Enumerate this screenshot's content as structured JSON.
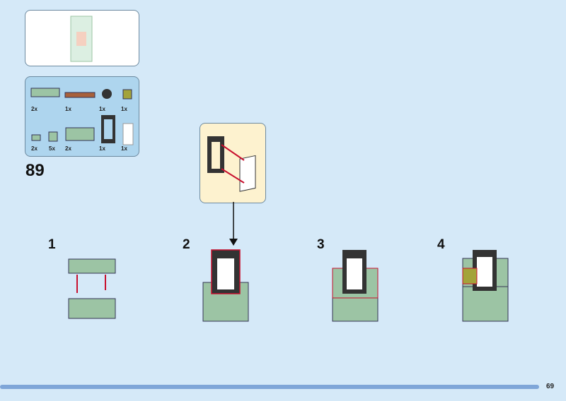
{
  "step_number": "89",
  "parts": [
    {
      "name": "brick-1x4-sand-green",
      "qty": "2x"
    },
    {
      "name": "plate-1x4-brown",
      "qty": "1x"
    },
    {
      "name": "round-plate-black",
      "qty": "1x"
    },
    {
      "name": "brick-1x1-stud-olive",
      "qty": "1x"
    },
    {
      "name": "plate-1x1-sand-green",
      "qty": "2x"
    },
    {
      "name": "brick-1x1-sand-green",
      "qty": "5x"
    },
    {
      "name": "brick-1x4-masonry-sand-green",
      "qty": "2x"
    },
    {
      "name": "window-frame-black",
      "qty": "1x"
    },
    {
      "name": "glass-pane",
      "qty": "1x"
    }
  ],
  "sub_steps": [
    "1",
    "2",
    "3",
    "4"
  ],
  "page_number": "69",
  "colors": {
    "background": "#d5e9f8",
    "sand_green": "#9cc4a4",
    "callout": "#fdf2cf",
    "arrow": "#c8102e"
  }
}
